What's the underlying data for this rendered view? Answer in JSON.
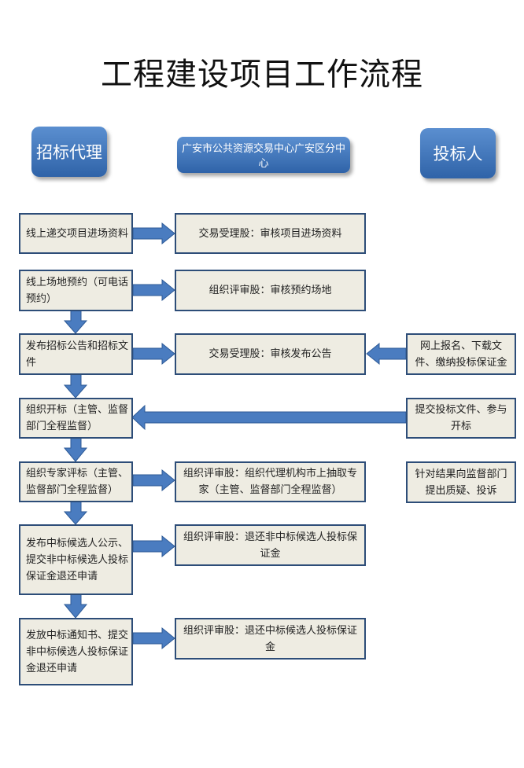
{
  "title": "工程建设项目工作流程",
  "headers": {
    "agent": "招标代理",
    "center": "广安市公共资源交易中心广安区分中心",
    "bidder": "投标人"
  },
  "left_steps": [
    "线上递交项目进场资料",
    "线上场地预约（可电话预约）",
    "发布招标公告和招标文件",
    "组织开标（主管、监督部门全程监督）",
    "组织专家评标（主管、监督部门全程监督）",
    "发布中标候选人公示、提交非中标候选人投标保证金退还申请",
    "发放中标通知书、提交非中标候选人投标保证金退还申请"
  ],
  "center_steps": [
    "交易受理股：审核项目进场资料",
    "组织评审股：审核预约场地",
    "交易受理股：审核发布公告",
    "组织评审股：组织代理机构市上抽取专家（主管、监督部门全程监督）",
    "组织评审股：退还非中标候选人投标保证金",
    "组织评审股：退还中标候选人投标保证金"
  ],
  "right_steps": [
    "网上报名、下载文件、缴纳投标保证金",
    "提交投标文件、参与开标",
    "针对结果向监督部门提出质疑、投诉"
  ],
  "colors": {
    "header_top": "#5b8fd0",
    "header_bottom": "#2f63a8",
    "box_fill": "#eeece2",
    "box_border": "#2d4d78",
    "arrow": "#4a7cc0"
  }
}
